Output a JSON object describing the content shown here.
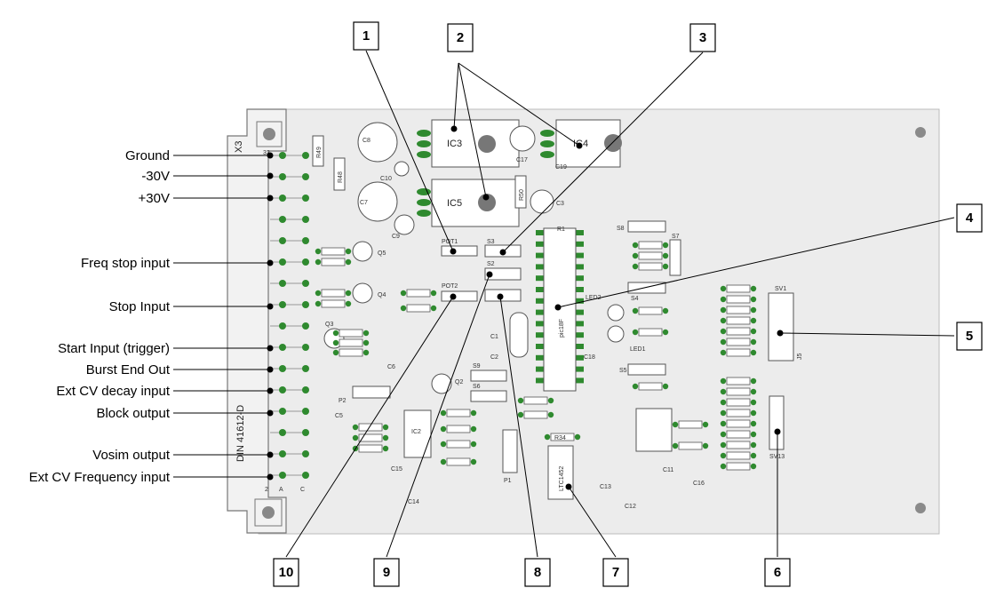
{
  "callout_labels": [
    "Ground",
    "-30V",
    "+30V",
    "Freq stop input",
    "Stop  Input",
    "Start Input (trigger)",
    "Burst End Out",
    "Ext CV decay input",
    "Block output",
    "Vosim output",
    "Ext CV Frequency input"
  ],
  "number_boxes": [
    "1",
    "2",
    "3",
    "4",
    "5",
    "6",
    "7",
    "8",
    "9",
    "10"
  ],
  "board_labels": {
    "ic3": "IC3",
    "ic4": "IC4",
    "ic5": "IC5",
    "ic2": "IC2",
    "x3": "X3",
    "din": "DIN 41612-D",
    "conn_a": "A",
    "conn_c": "C",
    "conn_2": "2",
    "conn_32": "32",
    "pot1": "POT1",
    "pot2": "POT2",
    "s2": "S2",
    "s3": "S3",
    "s4": "S4",
    "s5": "S5",
    "s6": "S6",
    "s7": "S7",
    "s8": "S8",
    "s9": "S9",
    "sv1": "SV1",
    "sv13": "SV13",
    "j5": "J5",
    "pic": "pic18F",
    "ltc": "LTC1452",
    "led1": "LED1",
    "led2": "LED2",
    "q2": "Q2",
    "q3": "Q3",
    "q4": "Q4",
    "q5": "Q5",
    "p1": "P1",
    "p2": "P2",
    "c1": "C1",
    "c2": "C2",
    "c3": "C3",
    "c5": "C5",
    "c6": "C6",
    "c7": "C7",
    "c8": "C8",
    "c9": "C9",
    "c10": "C10",
    "c11": "C11",
    "c12": "C12",
    "c13": "C13",
    "c14": "C14",
    "c15": "C15",
    "c16": "C16",
    "c17": "C17",
    "c18": "C18",
    "c19": "C19",
    "r48": "R48",
    "r49": "R49",
    "r50": "R50",
    "r1": "R1",
    "r34": "R34"
  }
}
